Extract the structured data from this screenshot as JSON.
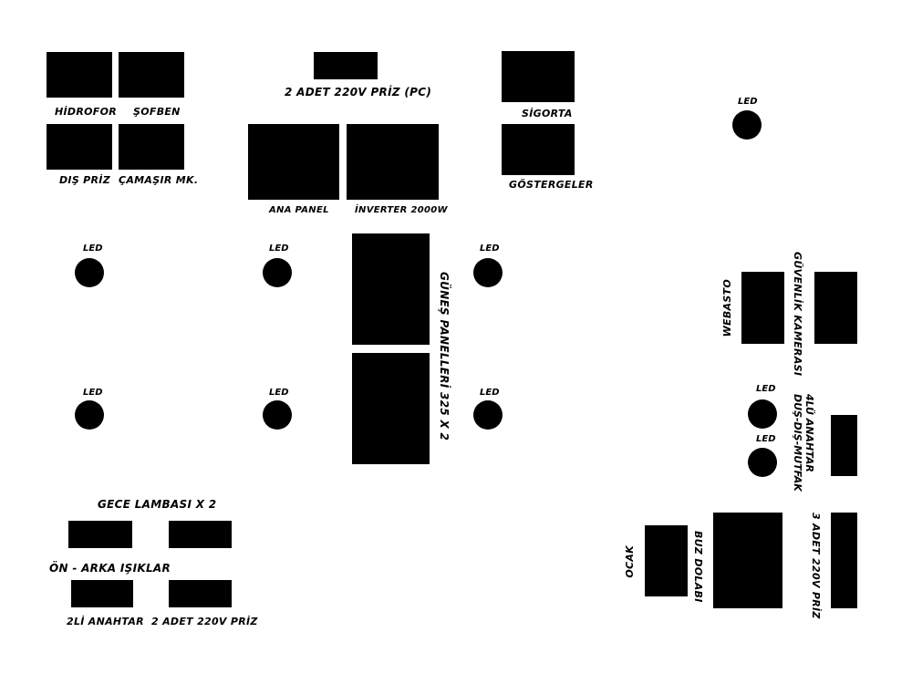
{
  "top_left": {
    "hidrofor": "HİDROFOR",
    "sofben": "ŞOFBEN",
    "dis_priz": "DIŞ PRİZ",
    "camasir": "ÇAMAŞIR MK."
  },
  "center_top": {
    "priz_pc": "2 ADET 220V PRİZ (PC)",
    "ana_panel": "ANA PANEL",
    "inverter": "İNVERTER 2000W"
  },
  "right_top": {
    "sigorta": "SİGORTA",
    "gostergeler": "GÖSTERGELER"
  },
  "led_label": "LED",
  "solar": "GÜNEŞ PANELLERİ 325 X 2",
  "right_side": {
    "webasto": "WEBASTO",
    "guvenlik": "GÜVENLİK KAMERASI",
    "anahtar_line1": "4LÜ ANAHTAR",
    "anahtar_line2": "DUŞ-DIŞ-MUTFAK",
    "priz3": "3 ADET 220V PRİZ",
    "buz_dolabi": "BUZ DOLABI",
    "ocak": "OCAK"
  },
  "bottom_left": {
    "gece_lambasi": "GECE LAMBASI X 2",
    "on_arka": "ÖN - ARKA IŞIKLAR",
    "anahtar2": "2Lİ ANAHTAR",
    "priz2": "2 ADET 220V PRİZ"
  }
}
